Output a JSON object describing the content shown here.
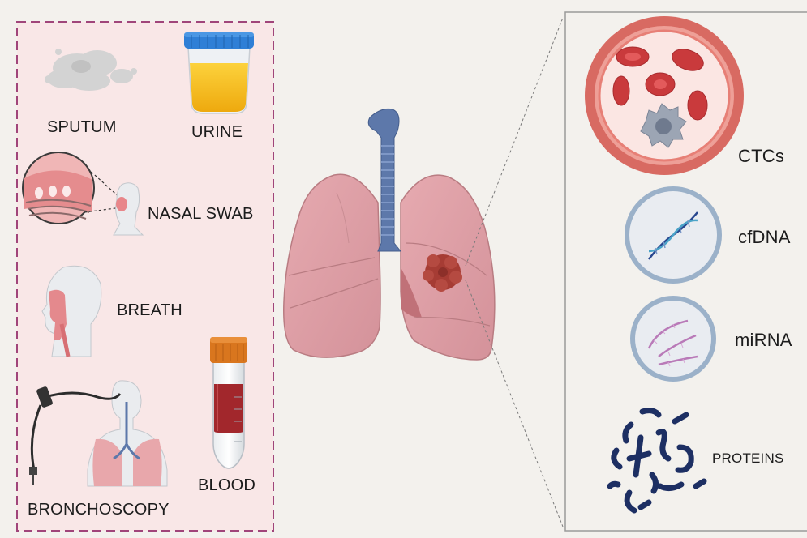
{
  "sample_sources": {
    "sputum": "SPUTUM",
    "urine": "URINE",
    "nasal_swab": "NASAL SWAB",
    "breath": "BREATH",
    "blood": "BLOOD",
    "bronchoscopy": "BRONCHOSCOPY"
  },
  "biomarkers": {
    "ctcs": "CTCs",
    "cfdna": "cfDNA",
    "mirna": "miRNA",
    "proteins": "PROTEINS"
  },
  "colors": {
    "left_panel_fill": "#f9e7e7",
    "left_panel_border": "#a0457a",
    "lung": "#dc9ca2",
    "trachea": "#5d78aa",
    "tumor": "#a63c34",
    "vessel_wall": "#d86a62",
    "rbc": "#c93a3c",
    "vesicle_ring": "#9bb1c9",
    "dna": "#27468f",
    "mirna": "#b97ab8",
    "protein": "#1d2f63",
    "urine_fluid": "#f5b814",
    "urine_cap": "#2f7fd6",
    "blood_fluid": "#a2272c",
    "blood_cap": "#d9761e"
  }
}
